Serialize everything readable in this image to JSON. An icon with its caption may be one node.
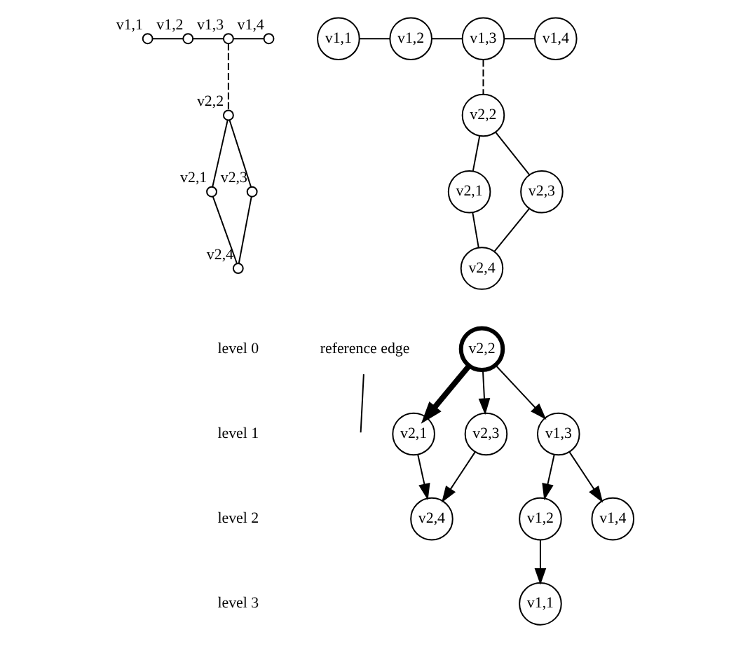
{
  "diagram": {
    "nodes": [
      {
        "text": [],
        "shape": "circle",
        "beside": [
          "v1,1"
        ]
      },
      {
        "text": [],
        "shape": "circle",
        "beside": [
          "v1,2"
        ]
      },
      {
        "text": [],
        "shape": "circle",
        "beside": [
          "v1,3"
        ]
      },
      {
        "text": [],
        "shape": "circle",
        "beside": [
          "v1,4"
        ]
      },
      {
        "text": [],
        "shape": "circle",
        "beside": [
          "v2,1"
        ]
      },
      {
        "text": [],
        "shape": "circle",
        "beside": [
          "v2,2"
        ]
      },
      {
        "text": [],
        "shape": "circle",
        "beside": [
          "v2,3"
        ]
      },
      {
        "text": [],
        "shape": "circle",
        "beside": [
          "v2,4"
        ]
      },
      {
        "text": [
          "v1,1"
        ]
      },
      {
        "text": [
          "v1,2"
        ]
      },
      {
        "text": [
          "v1,3"
        ]
      },
      {
        "text": [
          "v1,4"
        ]
      },
      {
        "text": [
          "v2,1"
        ]
      },
      {
        "text": [
          "v2,2"
        ]
      },
      {
        "text": [
          "v2,3"
        ]
      },
      {
        "text": [
          "v2,4"
        ]
      },
      {
        "text": [
          "v2,2"
        ]
      },
      {
        "text": [
          "v2,1"
        ]
      },
      {
        "text": [
          "v2,3"
        ]
      },
      {
        "text": [
          "v1,3"
        ]
      },
      {
        "text": [
          "v2,4"
        ]
      },
      {
        "text": [
          "v1,2"
        ]
      },
      {
        "text": [
          "v1,4"
        ]
      },
      {
        "text": [
          "v1,1"
        ]
      },
      {
        "text": [
          "reference edge"
        ]
      }
    ],
    "edges": [
      {
        "from": 0,
        "to": 1,
        "arrow": "none"
      },
      {
        "from": 1,
        "to": 2,
        "arrow": "none"
      },
      {
        "from": 2,
        "to": 3,
        "arrow": "none"
      },
      {
        "from": 2,
        "to": 5,
        "arrow": "none",
        "style": "dashed"
      },
      {
        "from": 5,
        "to": 4,
        "arrow": "none"
      },
      {
        "from": 5,
        "to": 6,
        "arrow": "none"
      },
      {
        "from": 4,
        "to": 7,
        "arrow": "none"
      },
      {
        "from": 6,
        "to": 7,
        "arrow": "none"
      },
      {
        "from": 8,
        "to": 9,
        "arrow": "none"
      },
      {
        "from": 9,
        "to": 10,
        "arrow": "none"
      },
      {
        "from": 10,
        "to": 11,
        "arrow": "none"
      },
      {
        "from": 10,
        "to": 13,
        "arrow": "none",
        "style": "dashed"
      },
      {
        "from": 13,
        "to": 12,
        "arrow": "none"
      },
      {
        "from": 13,
        "to": 14,
        "arrow": "none"
      },
      {
        "from": 12,
        "to": 15,
        "arrow": "none"
      },
      {
        "from": 14,
        "to": 15,
        "arrow": "none"
      },
      {
        "from": 16,
        "to": 17,
        "arrow": "to",
        "style": "thick"
      },
      {
        "from": 16,
        "to": 18,
        "arrow": "to"
      },
      {
        "from": 16,
        "to": 19,
        "arrow": "to"
      },
      {
        "from": 17,
        "to": 20,
        "arrow": "to"
      },
      {
        "from": 18,
        "to": 20,
        "arrow": "to"
      },
      {
        "from": 19,
        "to": 21,
        "arrow": "to"
      },
      {
        "from": 19,
        "to": 22,
        "arrow": "to"
      },
      {
        "from": 21,
        "to": 23,
        "arrow": "to"
      },
      {
        "from": 24,
        "to": null,
        "arrow": "none"
      }
    ],
    "labels": [
      "level 0",
      "level 1",
      "level 2",
      "level 3"
    ]
  }
}
